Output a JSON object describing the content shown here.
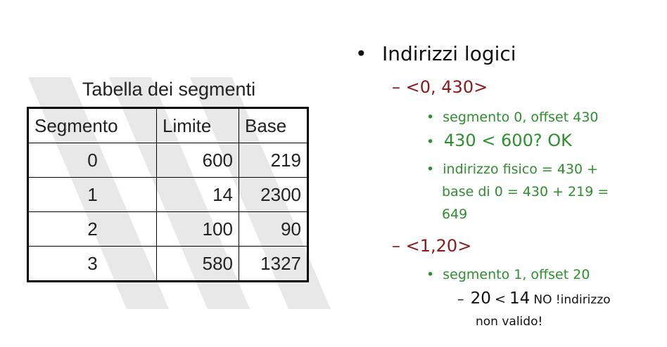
{
  "table": {
    "title": "Tabella dei segmenti",
    "headers": [
      "Segmento",
      "Limite",
      "Base"
    ],
    "rows": [
      [
        "0",
        "600",
        "219"
      ],
      [
        "1",
        "14",
        "2300"
      ],
      [
        "2",
        "100",
        "90"
      ],
      [
        "3",
        "580",
        "1327"
      ]
    ]
  },
  "slide": {
    "heading": "Indirizzi logici",
    "address1": {
      "label": "<0, 430>",
      "items": [
        "segmento 0, offset 430",
        "430 < 600? OK"
      ],
      "physical_line1": "indirizzo fisico = 430 +",
      "physical_line2": "base di 0 = 430 + 219 =",
      "physical_line3": "649"
    },
    "address2": {
      "label": "<1,20>",
      "item": "segmento 1, offset 20",
      "check_a": "20",
      "check_b": "<",
      "check_c": "14",
      "check_d": "NO !indirizzo",
      "check_line2": "non valido!"
    }
  },
  "colors": {
    "dark_red": "#8b1a1a",
    "green": "#2e8f2e",
    "watermark": "#e6e6e6"
  }
}
